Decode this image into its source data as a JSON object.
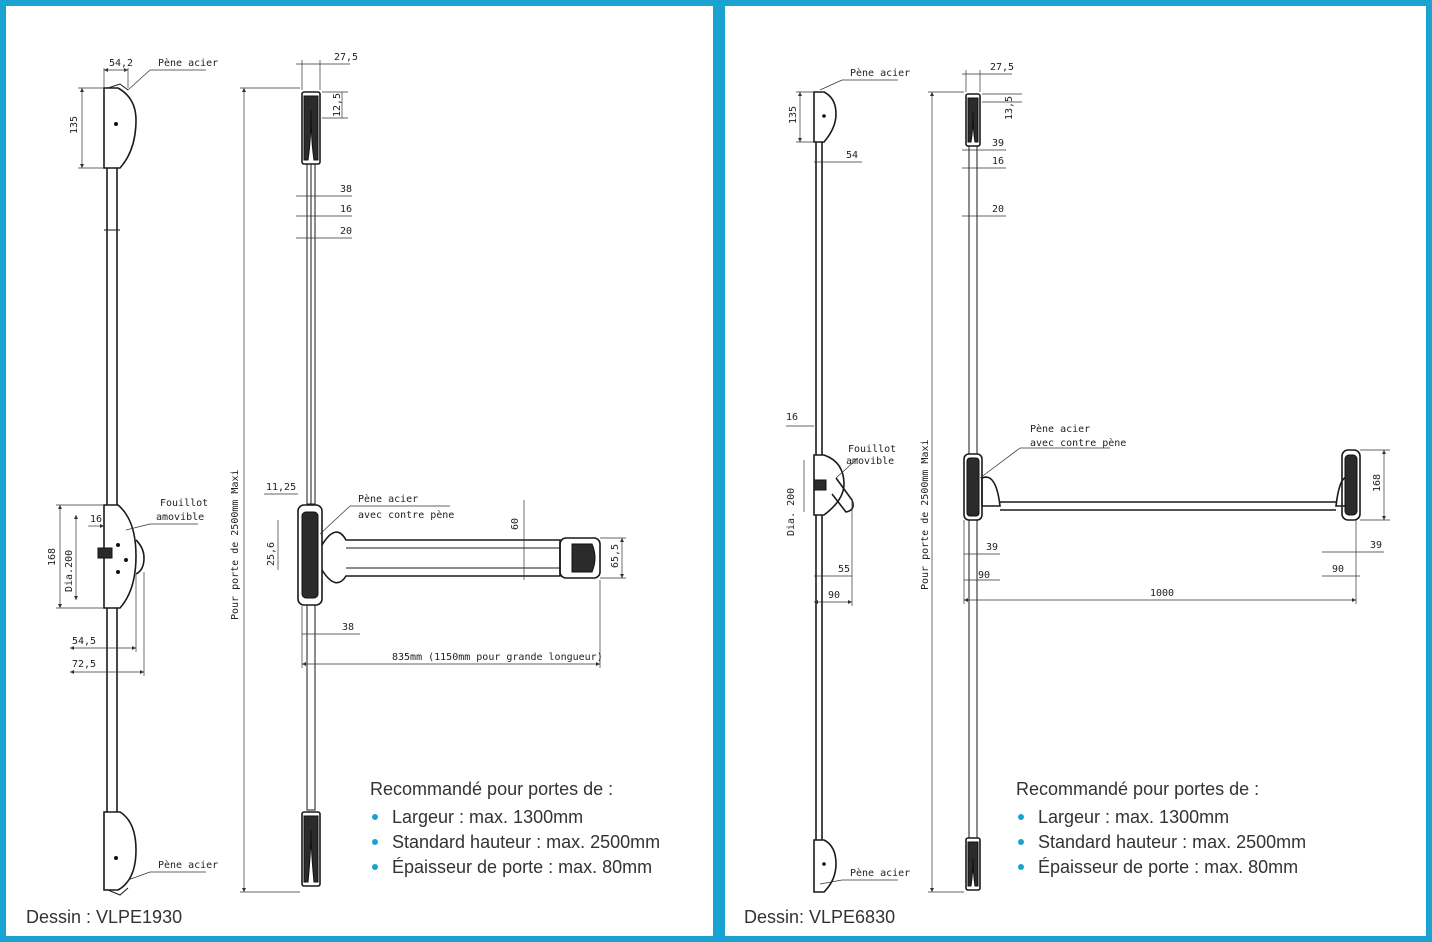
{
  "colors": {
    "frame": "#1aa3d0",
    "bullet": "#1aa3d0"
  },
  "left": {
    "drawing_label": "Dessin : VLPE1930",
    "notes_title": "Recommandé pour portes de :",
    "notes": [
      "Largeur : max. 1300mm",
      "Standard hauteur : max. 2500mm",
      "Épaisseur de porte : max. 80mm"
    ],
    "dims": {
      "d54_2": "54,2",
      "d135": "135",
      "d27_5": "27,5",
      "d12_5": "12,5",
      "d38a": "38",
      "d16a": "16",
      "d20": "20",
      "d168": "168",
      "d16b": "16",
      "dia200": "Dia.200",
      "d54_5": "54,5",
      "d72_5": "72,5",
      "d11_25": "11,25",
      "d25_6": "25,6",
      "d60": "60",
      "d65_5": "65,5",
      "d38b": "38",
      "d835": "835mm (1150mm pour grande longueur)",
      "height": "Pour porte de 2500mm Maxi"
    },
    "labels": {
      "pene_top": "Pène acier",
      "pene_bottom": "Pène acier",
      "fouillot1": "Fouillot",
      "fouillot2": "amovible",
      "contre1": "Pène acier",
      "contre2": "avec contre pène"
    }
  },
  "right": {
    "drawing_label": "Dessin: VLPE6830",
    "notes_title": "Recommandé pour portes de :",
    "notes": [
      "Largeur : max. 1300mm",
      "Standard hauteur : max. 2500mm",
      "Épaisseur de porte : max. 80mm"
    ],
    "dims": {
      "d27_5": "27,5",
      "d135": "135",
      "d13_5": "13,5",
      "d54": "54",
      "d39a": "39",
      "d16a": "16",
      "d20": "20",
      "d16b": "16",
      "dia200": "Dia. 200",
      "d55": "55",
      "d90a": "90",
      "d39b": "39",
      "d90b": "90",
      "d1000": "1000",
      "d168": "168",
      "d39c": "39",
      "d90c": "90",
      "height": "Pour porte de 2500mm Maxi"
    },
    "labels": {
      "pene_top": "Pène acier",
      "pene_bottom": "Pène acier",
      "fouillot1": "Fouillot",
      "fouillot2": "amovible",
      "contre1": "Pène acier",
      "contre2": "avec contre pène"
    }
  }
}
